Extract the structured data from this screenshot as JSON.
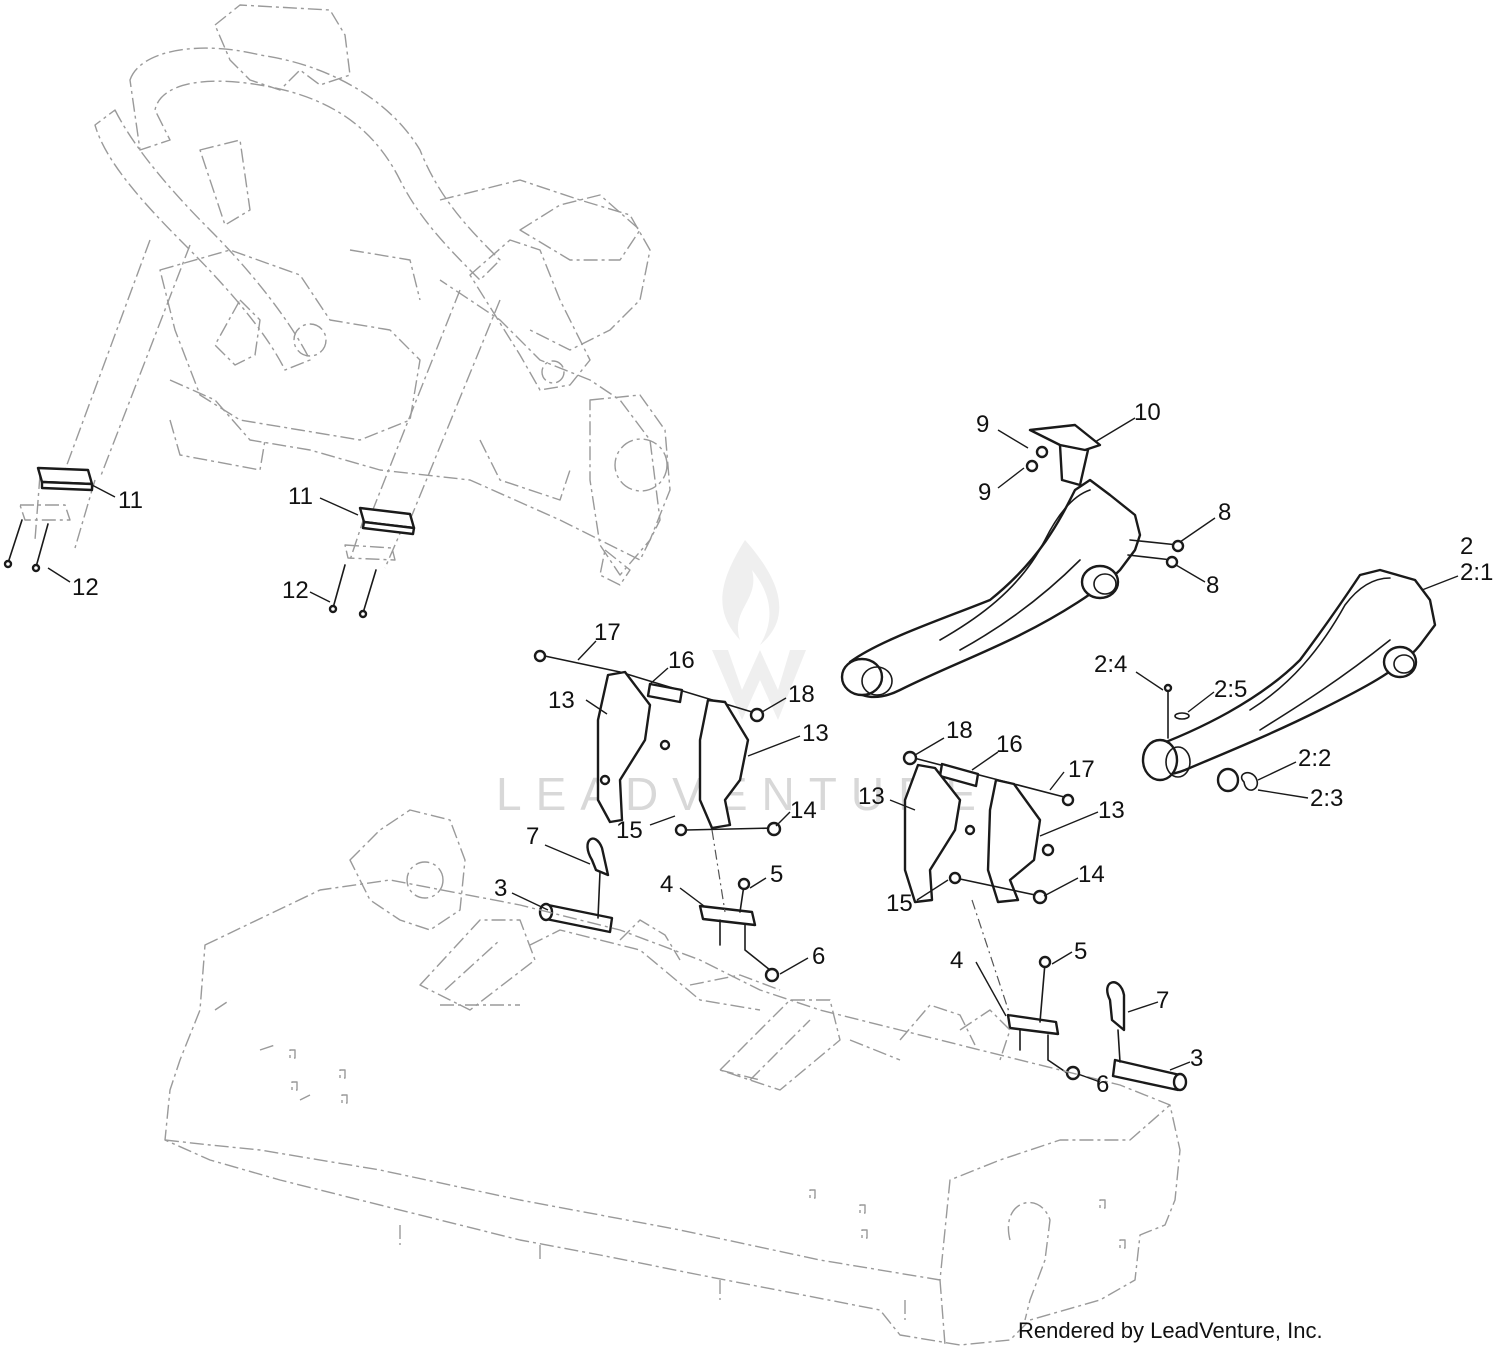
{
  "watermark": {
    "word": "LEADVENTURE"
  },
  "credit": "Rendered by LeadVenture, Inc.",
  "callouts": [
    {
      "id": "11-left",
      "label": "11"
    },
    {
      "id": "12-left",
      "label": "12"
    },
    {
      "id": "11-center",
      "label": "11"
    },
    {
      "id": "12-center",
      "label": "12"
    },
    {
      "id": "9-top",
      "label": "9"
    },
    {
      "id": "9-bottom",
      "label": "9"
    },
    {
      "id": "10",
      "label": "10"
    },
    {
      "id": "8-top",
      "label": "8"
    },
    {
      "id": "8-bottom",
      "label": "8"
    },
    {
      "id": "2",
      "label": "2"
    },
    {
      "id": "2-1",
      "label": "2:1"
    },
    {
      "id": "2-4",
      "label": "2:4"
    },
    {
      "id": "2-5",
      "label": "2:5"
    },
    {
      "id": "2-2",
      "label": "2:2"
    },
    {
      "id": "2-3",
      "label": "2:3"
    },
    {
      "id": "17-left",
      "label": "17"
    },
    {
      "id": "16-left",
      "label": "16"
    },
    {
      "id": "18-left",
      "label": "18"
    },
    {
      "id": "13-left-a",
      "label": "13"
    },
    {
      "id": "13-left-b",
      "label": "13"
    },
    {
      "id": "14-left",
      "label": "14"
    },
    {
      "id": "15-left",
      "label": "15"
    },
    {
      "id": "18-right",
      "label": "18"
    },
    {
      "id": "16-right",
      "label": "16"
    },
    {
      "id": "17-right",
      "label": "17"
    },
    {
      "id": "13-right-a",
      "label": "13"
    },
    {
      "id": "13-right-b",
      "label": "13"
    },
    {
      "id": "14-right",
      "label": "14"
    },
    {
      "id": "15-right",
      "label": "15"
    },
    {
      "id": "7-left",
      "label": "7"
    },
    {
      "id": "3-left",
      "label": "3"
    },
    {
      "id": "4-left",
      "label": "4"
    },
    {
      "id": "5-left",
      "label": "5"
    },
    {
      "id": "6-left",
      "label": "6"
    },
    {
      "id": "4-right",
      "label": "4"
    },
    {
      "id": "5-right",
      "label": "5"
    },
    {
      "id": "7-right",
      "label": "7"
    },
    {
      "id": "3-right",
      "label": "3"
    },
    {
      "id": "6-right",
      "label": "6"
    }
  ]
}
